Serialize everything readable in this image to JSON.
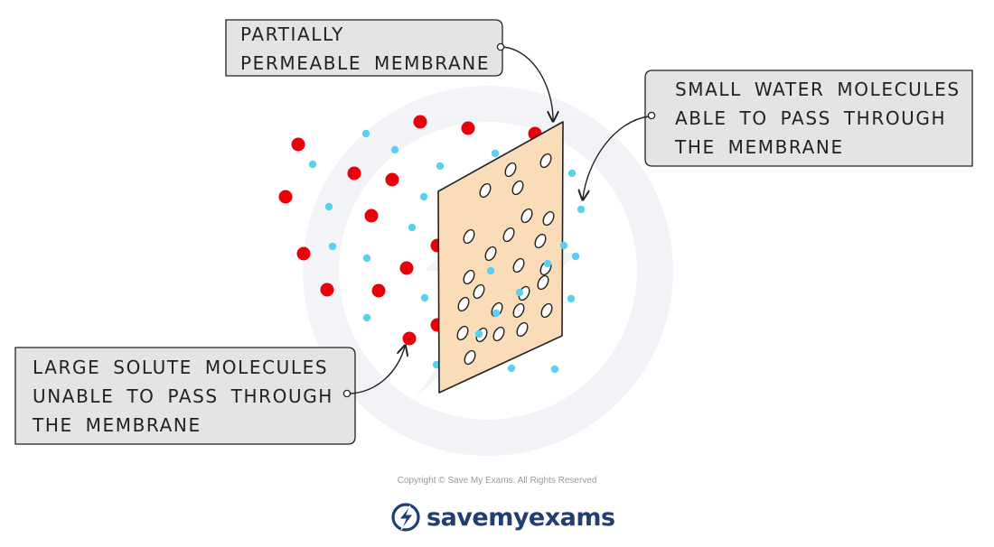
{
  "labels": {
    "membrane": [
      "PARTIALLY",
      "PERMEABLE  MEMBRANE"
    ],
    "water": [
      "SMALL  WATER  MOLECULES",
      "ABLE  TO  PASS  THROUGH",
      "THE  MEMBRANE"
    ],
    "solute": [
      "LARGE  SOLUTE  MOLECULES",
      "UNABLE  TO  PASS  THROUGH",
      "THE  MEMBRANE"
    ]
  },
  "colors": {
    "solute": "#e8000b",
    "water": "#5cd0f0",
    "membrane_fill": "#fbdcb8",
    "label_box": "#e4e4e4",
    "brand": "#1f3f73"
  },
  "footer": {
    "copyright": "Copyright © Save My Exams. All Rights Reserved",
    "brand": "savemyexams",
    "brand_icon": "lightning-bolt-icon"
  }
}
